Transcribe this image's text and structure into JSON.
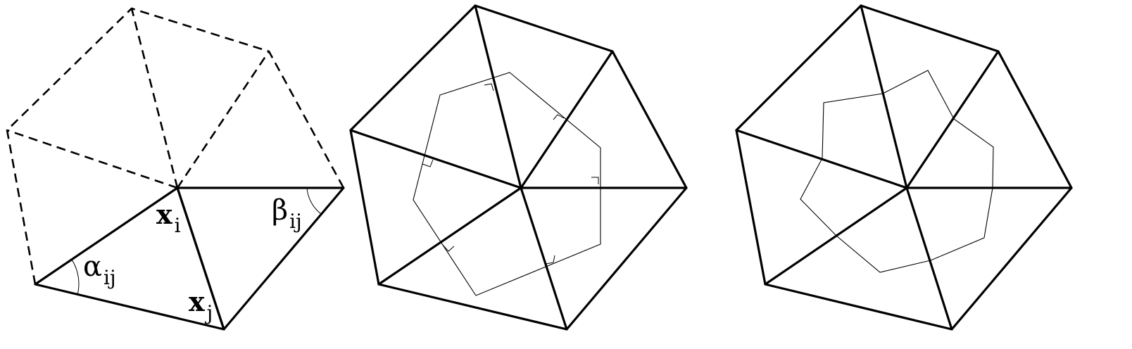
{
  "labels": {
    "xi_base": "x",
    "xi_sub": "i",
    "xj_base": "x",
    "xj_sub": "j",
    "alpha_base": "α",
    "alpha_sub": "ij",
    "beta_base": "β",
    "beta_sub": "ij"
  }
}
